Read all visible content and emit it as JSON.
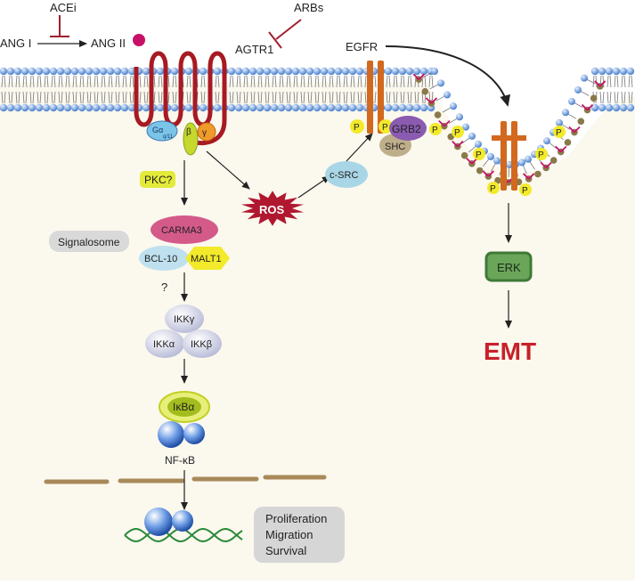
{
  "labels": {
    "acei": "ACEi",
    "ang1": "ANG I",
    "ang2": "ANG II",
    "arbs": "ARBs",
    "agtr1": "AGTR1",
    "egfr": "EGFR",
    "galpha": "Gα",
    "galpha_sub": "q/11",
    "beta": "β",
    "gamma": "γ",
    "pkc": "PKC?",
    "ros": "ROS",
    "csrc": "c-SRC",
    "grb2": "GRB2",
    "shc": "SHC",
    "p": "P",
    "signalosome": "Signalosome",
    "carma3": "CARMA3",
    "bcl10": "BCL-10",
    "malt1": "MALT1",
    "question": "?",
    "ikkg": "IKKγ",
    "ikka": "IKKα",
    "ikkb": "IKKβ",
    "ikba": "IκBα",
    "nfkb": "NF-κB",
    "erk": "ERK",
    "emt": "EMT",
    "outcome_1": "Proliferation",
    "outcome_2": "Migration",
    "outcome_3": "Survival"
  },
  "colors": {
    "background": "#fbf8ee",
    "membrane_head": "#5b8fd6",
    "receptor": "#b01826",
    "egfr": "#d2691e",
    "ros": "#b01830",
    "emt": "#c8202a",
    "erk": "#6aa55a",
    "phospho": "#f2ea2a",
    "pkc": "#e4ea3a",
    "carma3": "#d45a8a",
    "malt1": "#f2ea2a",
    "grb2": "#8a5bb0",
    "shc": "#bfae8a",
    "csrc": "#a9d6e6",
    "signalosome": "#d9d9d9",
    "dna": "#2a8a3a"
  }
}
